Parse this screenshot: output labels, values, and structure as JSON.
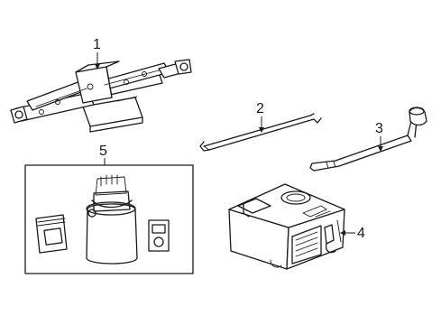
{
  "callouts": [
    {
      "label": "1"
    },
    {
      "label": "2"
    },
    {
      "label": "3"
    },
    {
      "label": "4"
    },
    {
      "label": "5"
    }
  ],
  "colors": {
    "line": "#1a1a1a",
    "background": "#ffffff"
  }
}
